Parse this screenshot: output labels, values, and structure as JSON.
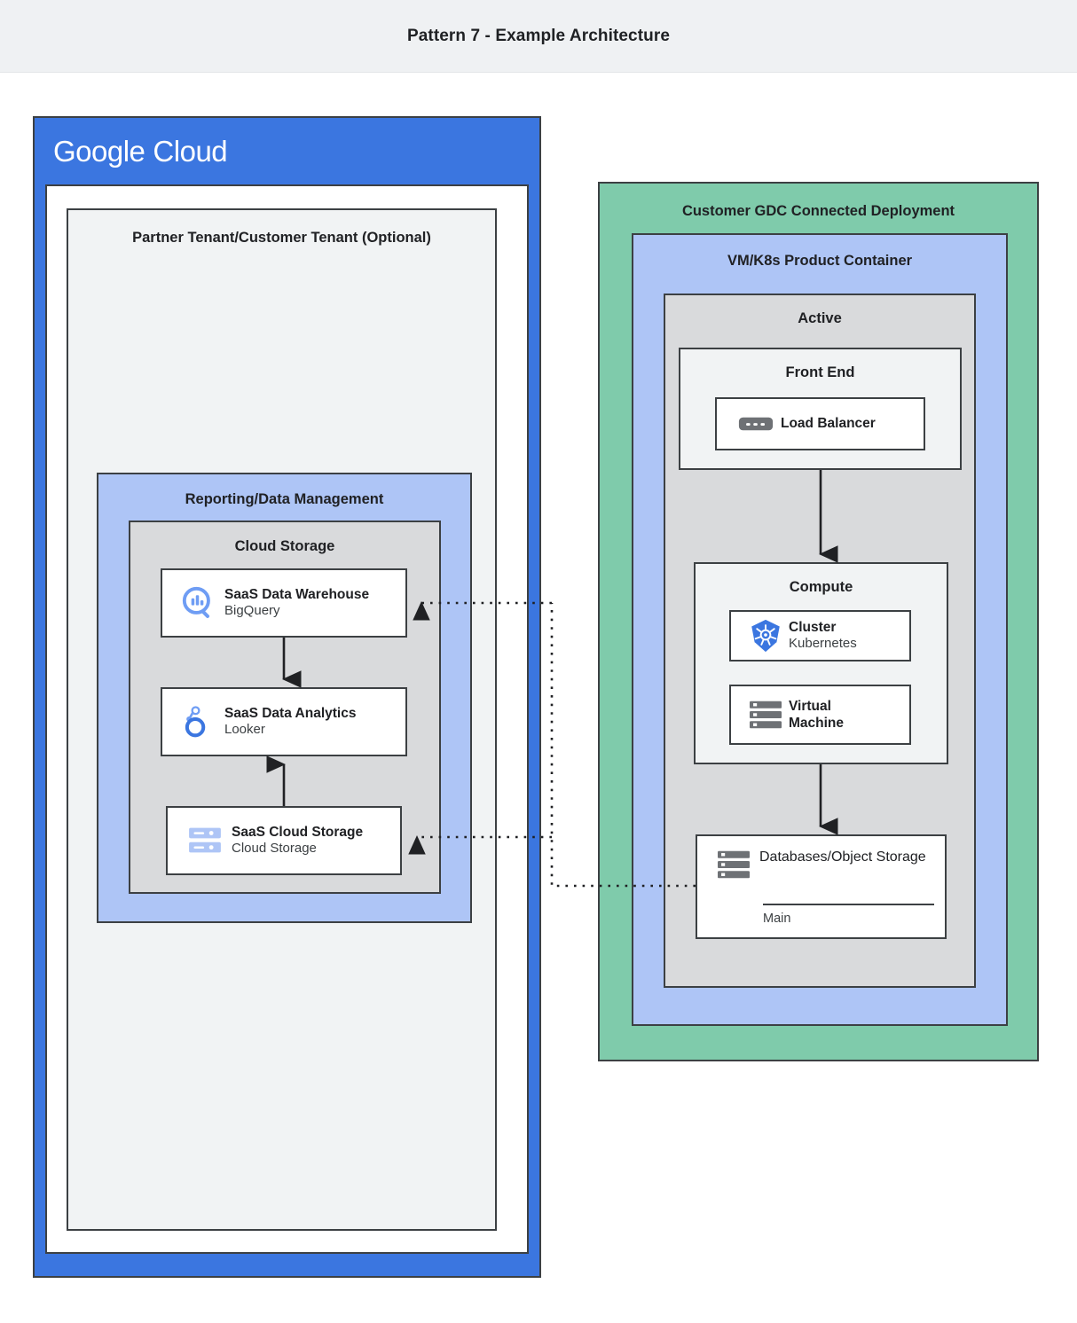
{
  "header": {
    "title": "Pattern 7 - Example Architecture"
  },
  "colors": {
    "header_bg": "#eff1f3",
    "google_blue": "#3b76e0",
    "panel_blue": "#aec5f6",
    "panel_green": "#7fcbab",
    "panel_gray": "#d9dadc",
    "panel_light_gray": "#f1f3f4",
    "stroke": "#3c4043",
    "icon_blue": "#6f9df4",
    "icon_gray": "#6e7175"
  },
  "left": {
    "brand": {
      "word1": "Google",
      "word2": "Cloud"
    },
    "tenant": {
      "title": "Partner Tenant/Customer Tenant (Optional)"
    },
    "reporting": {
      "title": "Reporting/Data Management"
    },
    "cloud_storage_group": {
      "title": "Cloud Storage"
    },
    "cards": [
      {
        "name": "bigquery",
        "icon": "bigquery-icon",
        "title": "SaaS Data Warehouse",
        "subtitle": "BigQuery"
      },
      {
        "name": "looker",
        "icon": "looker-icon",
        "title": "SaaS Data Analytics",
        "subtitle": "Looker"
      },
      {
        "name": "cloud-storage",
        "icon": "cloud-storage-icon",
        "title": "SaaS Cloud Storage",
        "subtitle": "Cloud Storage"
      }
    ]
  },
  "right": {
    "gdc": {
      "title": "Customer GDC Connected Deployment"
    },
    "vmk8s": {
      "title": "VM/K8s Product Container"
    },
    "active": {
      "title": "Active"
    },
    "frontend": {
      "title": "Front End"
    },
    "compute": {
      "title": "Compute"
    },
    "load_balancer": {
      "icon": "load-balancer-icon",
      "title": "Load Balancer"
    },
    "cluster": {
      "icon": "kubernetes-icon",
      "title": "Cluster",
      "subtitle": "Kubernetes"
    },
    "virtual_machine": {
      "icon": "virtual-machine-icon",
      "title_line1": "Virtual",
      "title_line2": "Machine"
    },
    "database": {
      "icon": "database-icon",
      "title_line1": "Databases/Object",
      "title_line2": "Storage",
      "footer": "Main"
    }
  },
  "connectors": [
    {
      "name": "load-balancer-to-compute",
      "style": "solid",
      "direction": "down"
    },
    {
      "name": "compute-to-database",
      "style": "solid",
      "direction": "down"
    },
    {
      "name": "bigquery-to-looker",
      "style": "solid",
      "direction": "down"
    },
    {
      "name": "cloud-storage-to-looker",
      "style": "solid",
      "direction": "up"
    },
    {
      "name": "database-to-bigquery",
      "style": "dotted",
      "direction": "left"
    },
    {
      "name": "database-to-cloud-storage",
      "style": "dotted",
      "direction": "left"
    }
  ]
}
